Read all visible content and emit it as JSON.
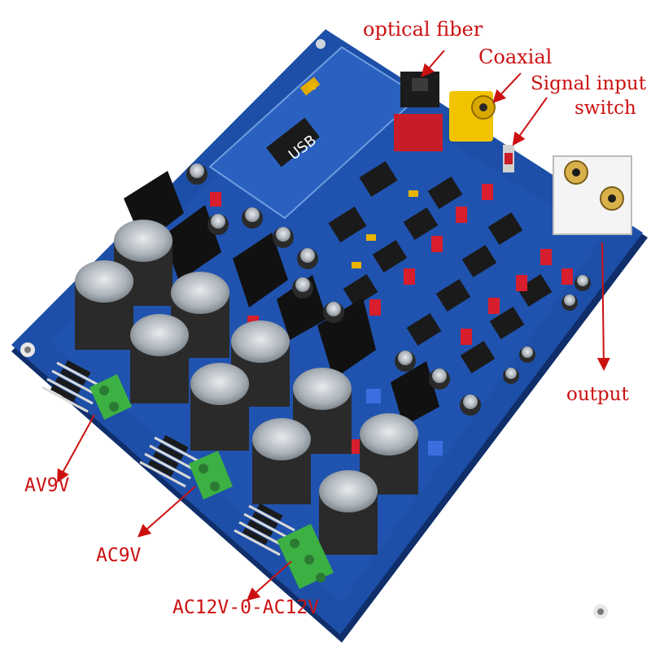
{
  "annotations": {
    "optical_fiber": "optical fiber",
    "coaxial": "Coaxial",
    "signal_input_switch_line1": "Signal input",
    "signal_input_switch_line2": "switch",
    "output": "output",
    "av9v": "AV9V",
    "ac9v": "AC9V",
    "ac12v": "AC12V-0-AC12V"
  },
  "board_silkscreen": {
    "usb_marking": "USB"
  },
  "colors": {
    "board": "#1d4fa8",
    "annotation": "#cc1010",
    "terminal_block": "#3cb043",
    "heatsink": "#111111",
    "capacitor": "#2a2a2a",
    "capacitor_top": "#c9ced4",
    "relay_capacitor": "#d81e2c",
    "coaxial_jack": "#f2c400"
  }
}
